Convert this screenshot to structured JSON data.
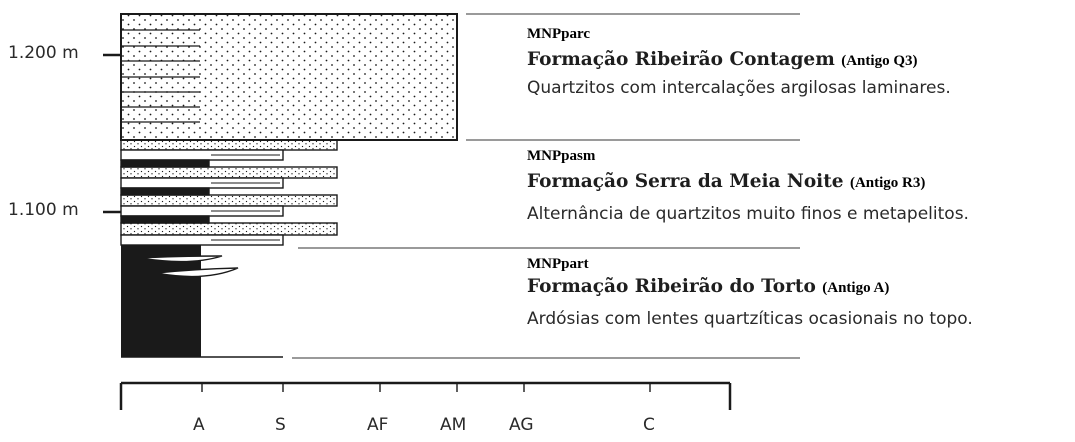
{
  "elevations": [
    {
      "label": "1.200 m"
    },
    {
      "label": "1.100 m"
    }
  ],
  "formations": [
    {
      "code": "MNPparc",
      "name": "Formação Ribeirão Contagem",
      "old_name": "(Antigo Q3)",
      "description": "Quartzitos com intercalações argilosas laminares."
    },
    {
      "code": "MNPpasm",
      "name": "Formação Serra da Meia Noite",
      "old_name": "(Antigo R3)",
      "description": "Alternância de quartzitos muito finos e metapelitos."
    },
    {
      "code": "MNPpart",
      "name": "Formação Ribeirão do Torto",
      "old_name": "(Antigo A)",
      "description": "Ardósias com lentes quartzíticas ocasionais no topo."
    }
  ],
  "grain_axis": [
    "A",
    "S",
    "AF",
    "AM",
    "AG",
    "C"
  ],
  "colors": {
    "ink": "#1a1a1a",
    "divider": "#9a9a9a",
    "label": "#2a2a2a"
  }
}
